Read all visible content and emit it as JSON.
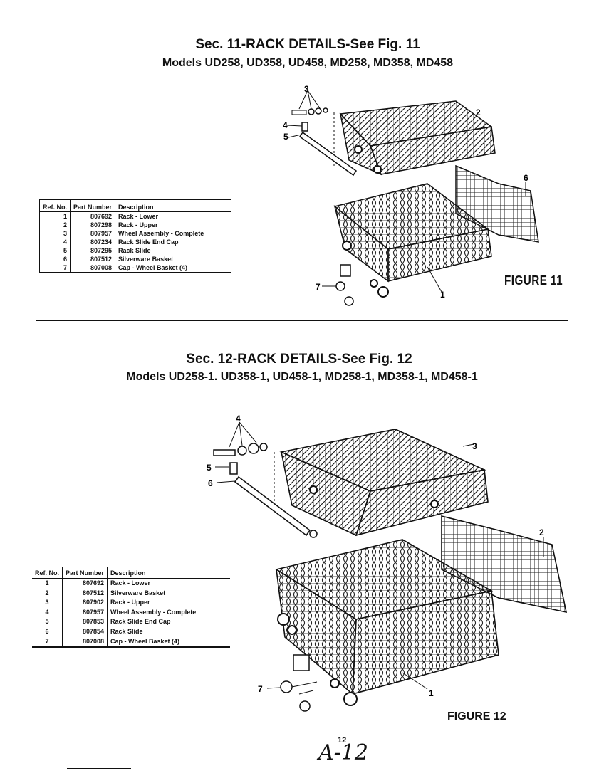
{
  "section11": {
    "title": "Sec. 11-RACK DETAILS-See Fig. 11",
    "models": "Models UD258, UD358, UD458, MD258, MD358, MD458",
    "table": {
      "headers": {
        "ref": "Ref. No.",
        "part": "Part Number",
        "desc": "Description"
      },
      "rows": [
        {
          "ref": "1",
          "part": "807692",
          "desc": "Rack - Lower"
        },
        {
          "ref": "2",
          "part": "807298",
          "desc": "Rack - Upper"
        },
        {
          "ref": "3",
          "part": "807957",
          "desc": "Wheel Assembly - Complete"
        },
        {
          "ref": "4",
          "part": "807234",
          "desc": "Rack Slide End Cap"
        },
        {
          "ref": "5",
          "part": "807295",
          "desc": "Rack Slide"
        },
        {
          "ref": "6",
          "part": "807512",
          "desc": "Silverware Basket"
        },
        {
          "ref": "7",
          "part": "807008",
          "desc": "Cap - Wheel Basket (4)"
        }
      ]
    },
    "figure_label": "FIGURE 11",
    "callouts": [
      "3",
      "4",
      "5",
      "2",
      "6",
      "7",
      "1"
    ]
  },
  "section12": {
    "title": "Sec. 12-RACK DETAILS-See Fig. 12",
    "models": "Models UD258-1. UD358-1, UD458-1, MD258-1, MD358-1, MD458-1",
    "table": {
      "headers": {
        "ref": "Ref. No.",
        "part": "Part Number",
        "desc": "Description"
      },
      "rows": [
        {
          "ref": "1",
          "part": "807692",
          "desc": "Rack - Lower"
        },
        {
          "ref": "2",
          "part": "807512",
          "desc": "Silverware Basket"
        },
        {
          "ref": "3",
          "part": "807902",
          "desc": "Rack - Upper"
        },
        {
          "ref": "4",
          "part": "807957",
          "desc": "Wheel Assembly - Complete"
        },
        {
          "ref": "5",
          "part": "807853",
          "desc": "Rack Slide End Cap"
        },
        {
          "ref": "6",
          "part": "807854",
          "desc": "Rack Slide"
        },
        {
          "ref": "7",
          "part": "807008",
          "desc": "Cap - Wheel Basket (4)"
        }
      ]
    },
    "figure_label": "FIGURE 12",
    "callouts": [
      "4",
      "3",
      "5",
      "6",
      "2",
      "1",
      "7"
    ]
  },
  "footer": {
    "page_number": "12",
    "handwritten": "A-12"
  }
}
